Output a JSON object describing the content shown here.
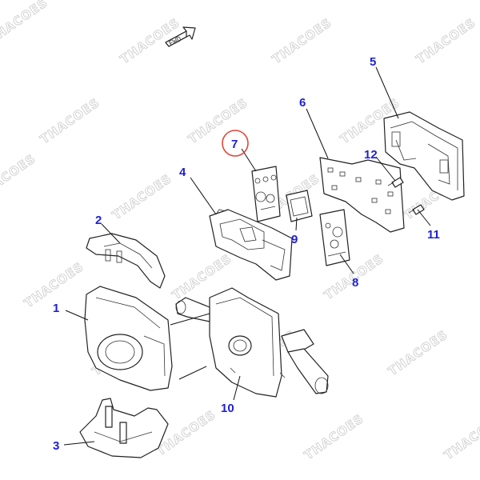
{
  "diagram": {
    "fwd_label": "FWD",
    "watermark_text": "THACOES",
    "highlight_color": "#e0463a",
    "callout_color": "#1f1fd6",
    "callouts": [
      {
        "id": "1",
        "label": "1"
      },
      {
        "id": "2",
        "label": "2"
      },
      {
        "id": "3",
        "label": "3"
      },
      {
        "id": "4",
        "label": "4"
      },
      {
        "id": "5",
        "label": "5"
      },
      {
        "id": "6",
        "label": "6"
      },
      {
        "id": "7",
        "label": "7",
        "highlighted": true
      },
      {
        "id": "8",
        "label": "8"
      },
      {
        "id": "9",
        "label": "9"
      },
      {
        "id": "10",
        "label": "10"
      },
      {
        "id": "11",
        "label": "11"
      },
      {
        "id": "12",
        "label": "12"
      }
    ]
  }
}
